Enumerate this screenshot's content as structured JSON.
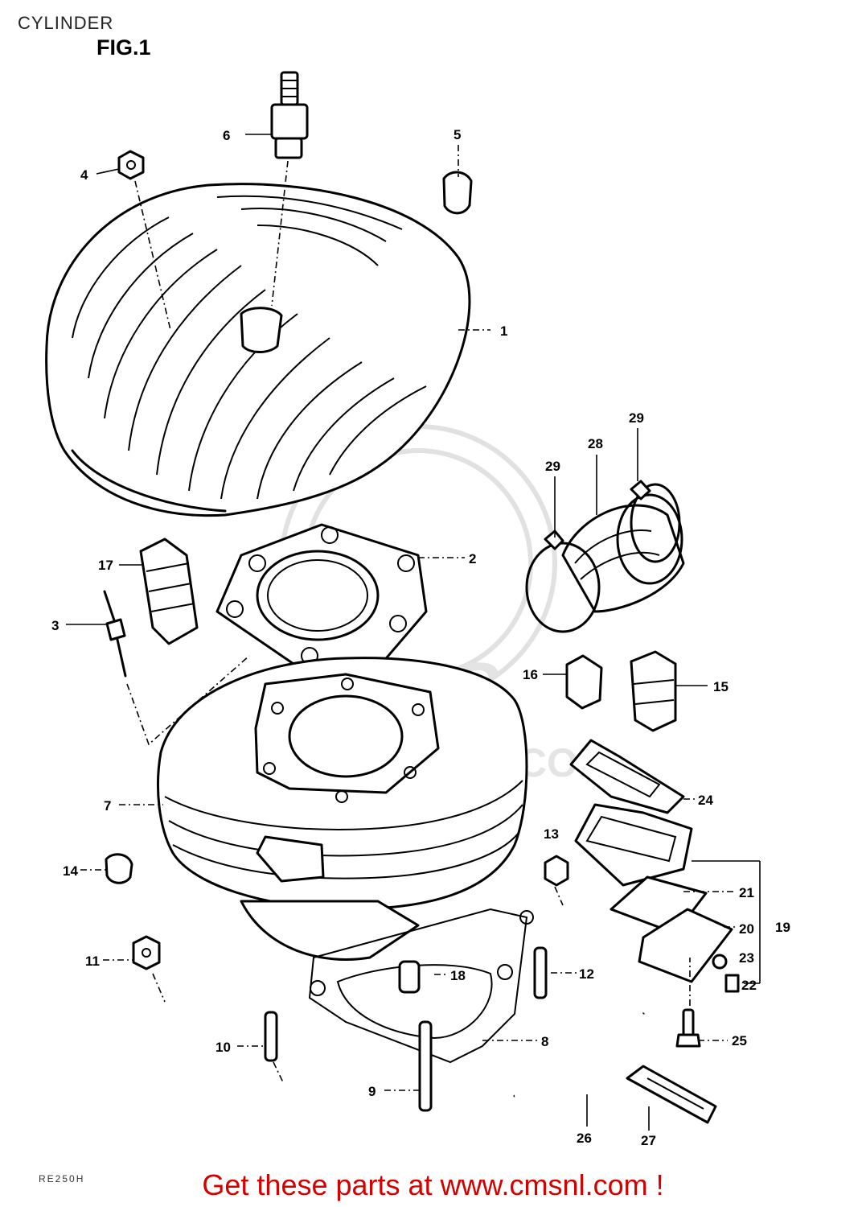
{
  "page": {
    "title": "CYLINDER",
    "figure_label": "FIG.1",
    "footer_text": "Get these parts at www.cmsnl.com !",
    "corner_code": "RE250H",
    "watermark_logo": "CMS",
    "watermark_url": "WWW.CMSNL.COM"
  },
  "callouts": [
    {
      "id": "1",
      "label": "1"
    },
    {
      "id": "2",
      "label": "2"
    },
    {
      "id": "3",
      "label": "3"
    },
    {
      "id": "4",
      "label": "4"
    },
    {
      "id": "5",
      "label": "5"
    },
    {
      "id": "6",
      "label": "6"
    },
    {
      "id": "7",
      "label": "7"
    },
    {
      "id": "8",
      "label": "8"
    },
    {
      "id": "9",
      "label": "9"
    },
    {
      "id": "10",
      "label": "10"
    },
    {
      "id": "11",
      "label": "11"
    },
    {
      "id": "12",
      "label": "12"
    },
    {
      "id": "13",
      "label": "13"
    },
    {
      "id": "14",
      "label": "14"
    },
    {
      "id": "15",
      "label": "15"
    },
    {
      "id": "16",
      "label": "16"
    },
    {
      "id": "17",
      "label": "17"
    },
    {
      "id": "18",
      "label": "18"
    },
    {
      "id": "19",
      "label": "19"
    },
    {
      "id": "20",
      "label": "20"
    },
    {
      "id": "21",
      "label": "21"
    },
    {
      "id": "22",
      "label": "22"
    },
    {
      "id": "23",
      "label": "23"
    },
    {
      "id": "24",
      "label": "24"
    },
    {
      "id": "25",
      "label": "25"
    },
    {
      "id": "26",
      "label": "26"
    },
    {
      "id": "27",
      "label": "27"
    },
    {
      "id": "28",
      "label": "28"
    },
    {
      "id": "29a",
      "label": "29"
    },
    {
      "id": "29b",
      "label": "29"
    }
  ]
}
